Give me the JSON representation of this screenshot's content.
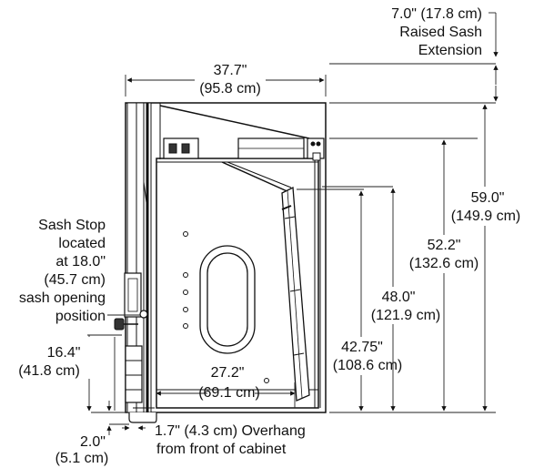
{
  "labels": {
    "raised_ext_line1": "7.0\" (17.8 cm)",
    "raised_ext_line2": "Raised Sash",
    "raised_ext_line3": "Extension",
    "width_in": "37.7\"",
    "width_cm": "(95.8 cm)",
    "h59_in": "59.0\"",
    "h59_cm": "(149.9 cm)",
    "h52_in": "52.2\"",
    "h52_cm": "(132.6 cm)",
    "h48_in": "48.0\"",
    "h48_cm": "(121.9 cm)",
    "h4275_in": "42.75\"",
    "h4275_cm": "(108.6 cm)",
    "inner_w_in": "27.2\"",
    "inner_w_cm": "(69.1 cm)",
    "sash_stop_1": "Sash Stop",
    "sash_stop_2": "located",
    "sash_stop_3": "at 18.0\"",
    "sash_stop_4": "(45.7 cm)",
    "sash_stop_5": "sash opening",
    "sash_stop_6": "position",
    "h164_in": "16.4\"",
    "h164_cm": "(41.8 cm)",
    "h20_in": "2.0\"",
    "h20_cm": "(5.1 cm)",
    "overhang_1": "1.7\" (4.3 cm) Overhang",
    "overhang_2": "from front of cabinet"
  },
  "colors": {
    "line": "#111111",
    "dim_line": "#222222",
    "fill_light": "#f4f4f4",
    "fill_dark": "#2a2a2a",
    "background": "#ffffff"
  }
}
